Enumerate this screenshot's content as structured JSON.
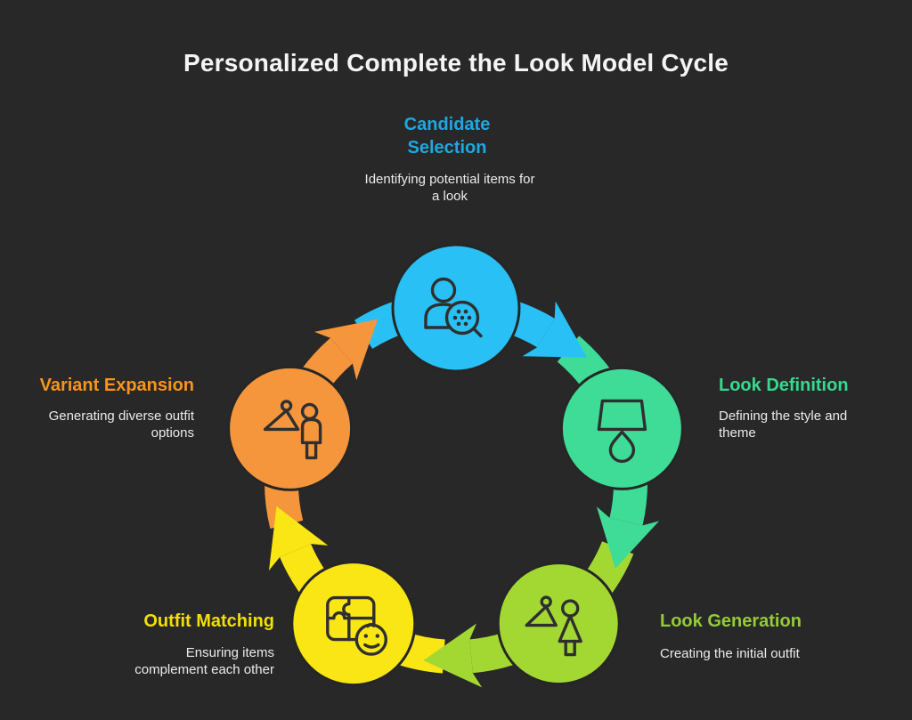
{
  "title": "Personalized Complete the Look Model Cycle",
  "diagram": {
    "type": "cycle",
    "direction": "clockwise",
    "stage_count": 5
  },
  "colors": {
    "background": "#282828",
    "title_text": "#F4F4F4",
    "body_text": "#EBEBEB",
    "icon_stroke": "#2F2F2F",
    "circle_outline": "#262626"
  },
  "stages": [
    {
      "label": "Candidate Selection",
      "description": "Identifying potential items for a look",
      "circle_color": "#29C1F5",
      "label_color": "#1EA7E1",
      "icon": "person-with-magnifier"
    },
    {
      "label": "Look Definition",
      "description": "Defining the style and theme",
      "circle_color": "#3EDC96",
      "label_color": "#37D98F",
      "icon": "lamp"
    },
    {
      "label": "Look Generation",
      "description": "Creating the initial outfit",
      "circle_color": "#A3D832",
      "label_color": "#94CB37",
      "icon": "hanger-with-woman"
    },
    {
      "label": "Outfit Matching",
      "description": "Ensuring items complement each other",
      "circle_color": "#F9E614",
      "label_color": "#F2DF06",
      "icon": "puzzle-with-smiley"
    },
    {
      "label": "Variant Expansion",
      "description": "Generating diverse outfit options",
      "circle_color": "#F5953C",
      "label_color": "#F7941E",
      "icon": "hanger-with-person"
    }
  ]
}
